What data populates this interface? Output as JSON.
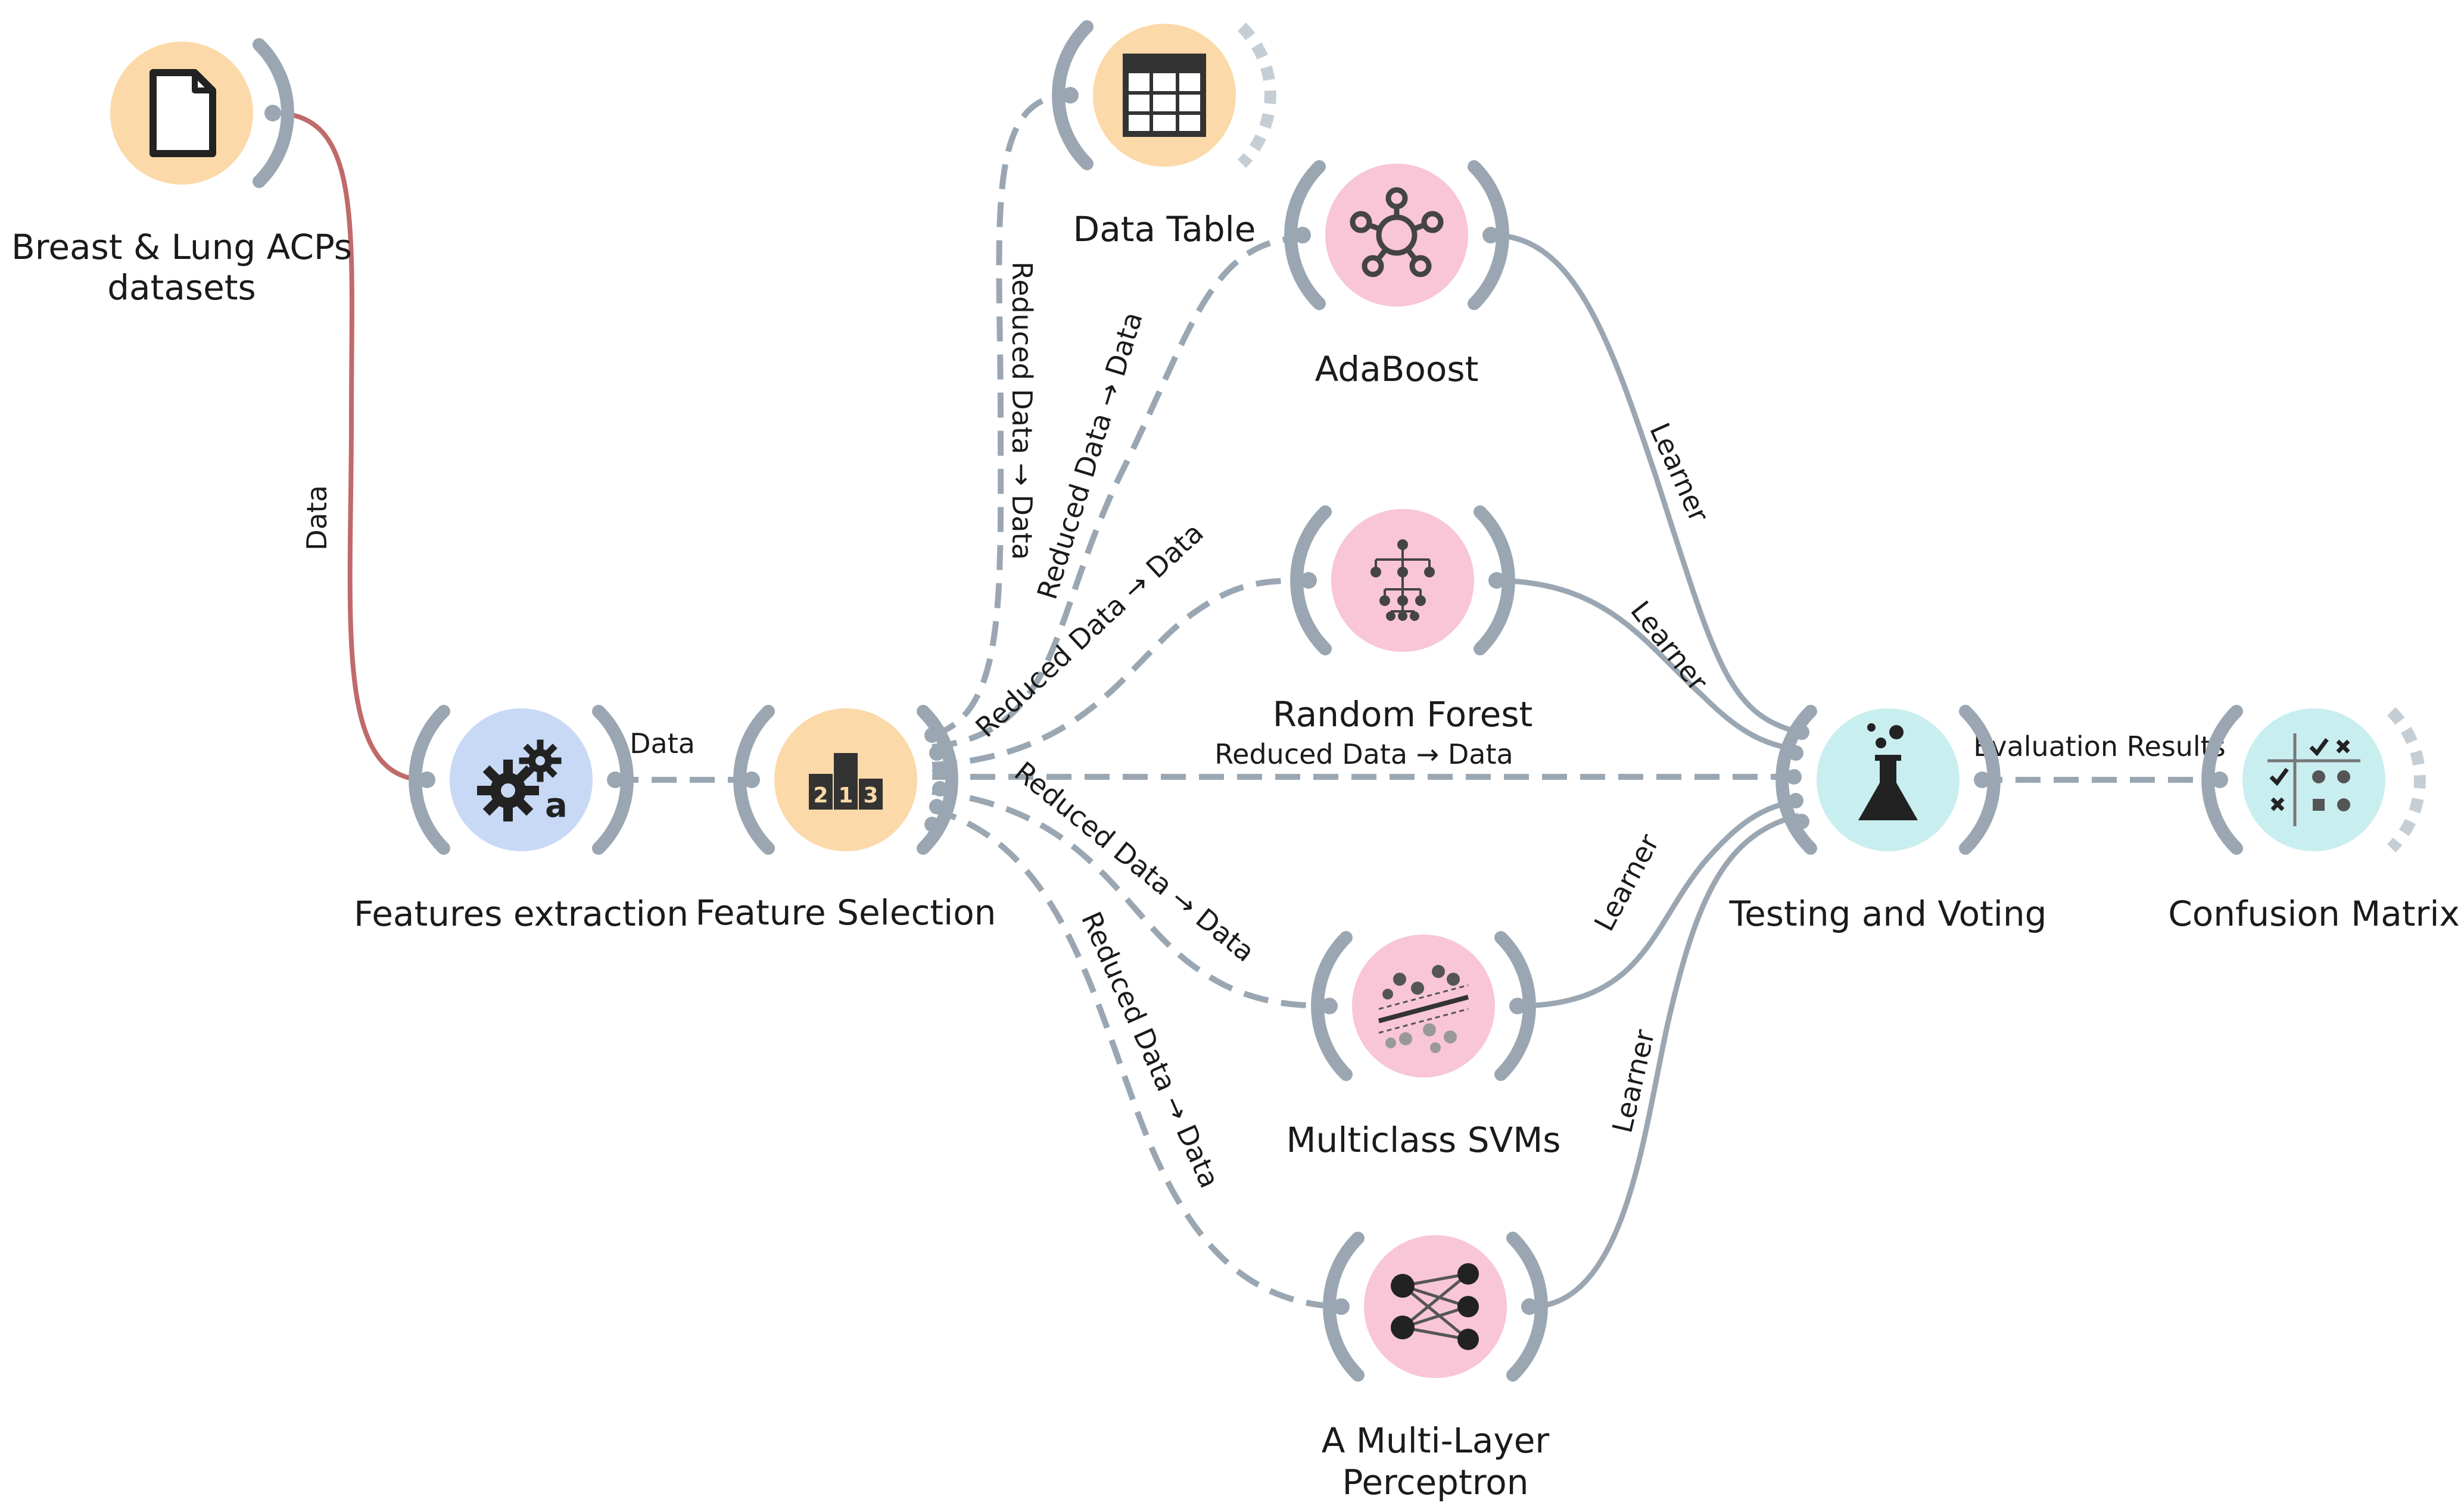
{
  "nodes": {
    "file": {
      "label_lines": [
        "Breast & Lung ACPs",
        "datasets"
      ],
      "icon": "document-icon",
      "color": "#fbd9a8"
    },
    "features_extraction": {
      "label_lines": [
        "Features extraction"
      ],
      "icon": "gears-a-icon",
      "color": "#c8d9f6"
    },
    "feature_selection": {
      "label_lines": [
        "Feature Selection"
      ],
      "icon": "ranking-podium-icon",
      "color": "#fbd9a8"
    },
    "data_table": {
      "label_lines": [
        "Data Table"
      ],
      "icon": "table-grid-icon",
      "color": "#fbd9a8"
    },
    "adaboost": {
      "label_lines": [
        "AdaBoost"
      ],
      "icon": "network-hub-icon",
      "color": "#f8c6d6"
    },
    "random_forest": {
      "label_lines": [
        "Random Forest"
      ],
      "icon": "tree-hierarchy-icon",
      "color": "#f8c6d6"
    },
    "svm": {
      "label_lines": [
        "Multiclass SVMs"
      ],
      "icon": "scatter-separator-icon",
      "color": "#f8c6d6"
    },
    "mlp": {
      "label_lines": [
        "A Multi-Layer",
        "Perceptron"
      ],
      "icon": "neural-network-icon",
      "color": "#f8c6d6"
    },
    "testing": {
      "label_lines": [
        "Testing and Voting"
      ],
      "icon": "flask-icon",
      "color": "#c9eef0"
    },
    "confusion": {
      "label_lines": [
        "Confusion Matrix"
      ],
      "icon": "matrix-check-icon",
      "color": "#c9eef0"
    }
  },
  "links": {
    "file_to_fe": "Data",
    "fe_to_fs": "Data",
    "fs_to_table": "Reduced Data → Data",
    "fs_to_ada": "Reduced Data → Data",
    "fs_to_rf": "Reduced Data → Data",
    "fs_to_test": "Reduced Data → Data",
    "fs_to_svm": "Reduced Data → Data",
    "fs_to_mlp": "Reduced Data → Data",
    "ada_to_test": "Learner",
    "rf_to_test": "Learner",
    "svm_to_test": "Learner",
    "mlp_to_test": "Learner",
    "test_to_cm": "Evaluation Results"
  }
}
